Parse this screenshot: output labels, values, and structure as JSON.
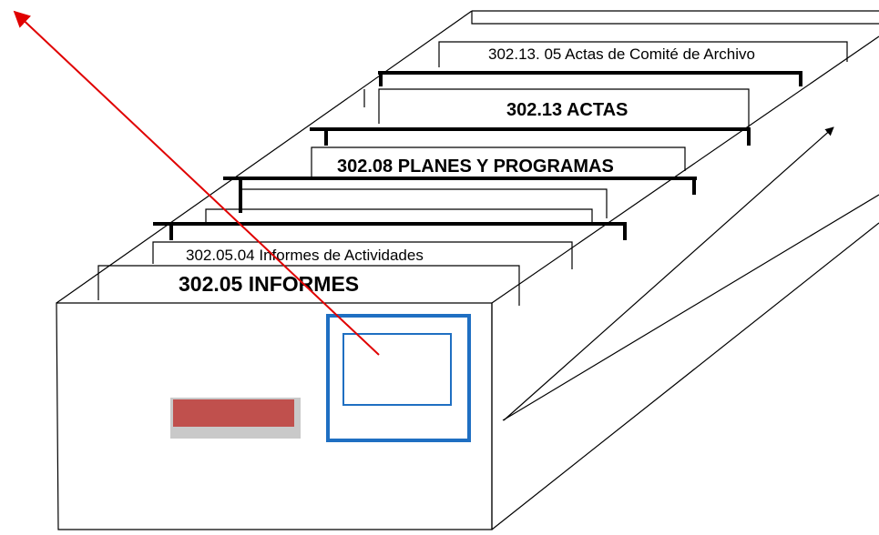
{
  "diagram": {
    "tabs": [
      {
        "id": "tab-actas-comite",
        "label": "302.13. 05 Actas de Comité de Archivo"
      },
      {
        "id": "tab-actas",
        "label": "302.13 ACTAS"
      },
      {
        "id": "tab-planes",
        "label": "302.08 PLANES Y PROGRAMAS"
      },
      {
        "id": "tab-informes-actividades",
        "label": "302.05.04  Informes de Actividades"
      },
      {
        "id": "tab-informes",
        "label": "302.05 INFORMES"
      }
    ]
  },
  "colors": {
    "line": "#000000",
    "arrow": "#e00000",
    "frame_blue": "#1f6fc2",
    "handle_red": "#c0504d",
    "handle_shadow": "#c9c9c9"
  }
}
